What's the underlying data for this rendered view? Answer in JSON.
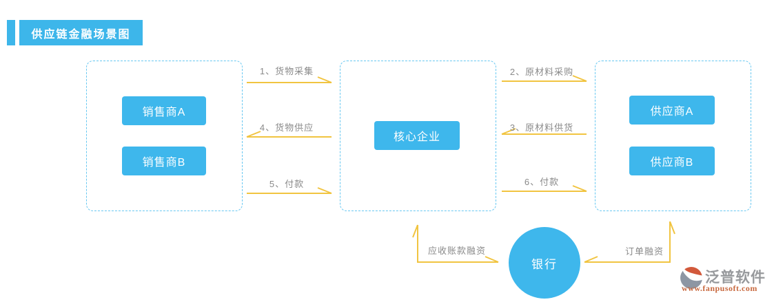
{
  "title": {
    "text": "供应链金融场景图"
  },
  "nodes": {
    "seller_a": "销售商A",
    "seller_b": "销售商B",
    "core_enterprise": "核心企业",
    "supplier_a": "供应商A",
    "supplier_b": "供应商B",
    "bank": "银行"
  },
  "flows": {
    "goods_collection": "1、货物采集",
    "raw_material_purchase": "2、原材料采购",
    "raw_material_supply": "3、原材料供货",
    "goods_supply": "4、货物供应",
    "payment_left": "5、付款",
    "payment_right": "6、付款",
    "receivables_financing": "应收账款融资",
    "order_financing": "订单融资"
  },
  "logo": {
    "name": "泛普软件",
    "url": "www.fanpusoft.com"
  },
  "colors": {
    "node_blue": "#3eb7ec",
    "badge_blue": "#3db6ea",
    "dashed_border_blue": "#66c7f1",
    "arrow_yellow": "#f1c440",
    "label_gray": "#8a8a8a",
    "logo_gray": "#97999c",
    "logo_url_orange": "#c8693f"
  }
}
